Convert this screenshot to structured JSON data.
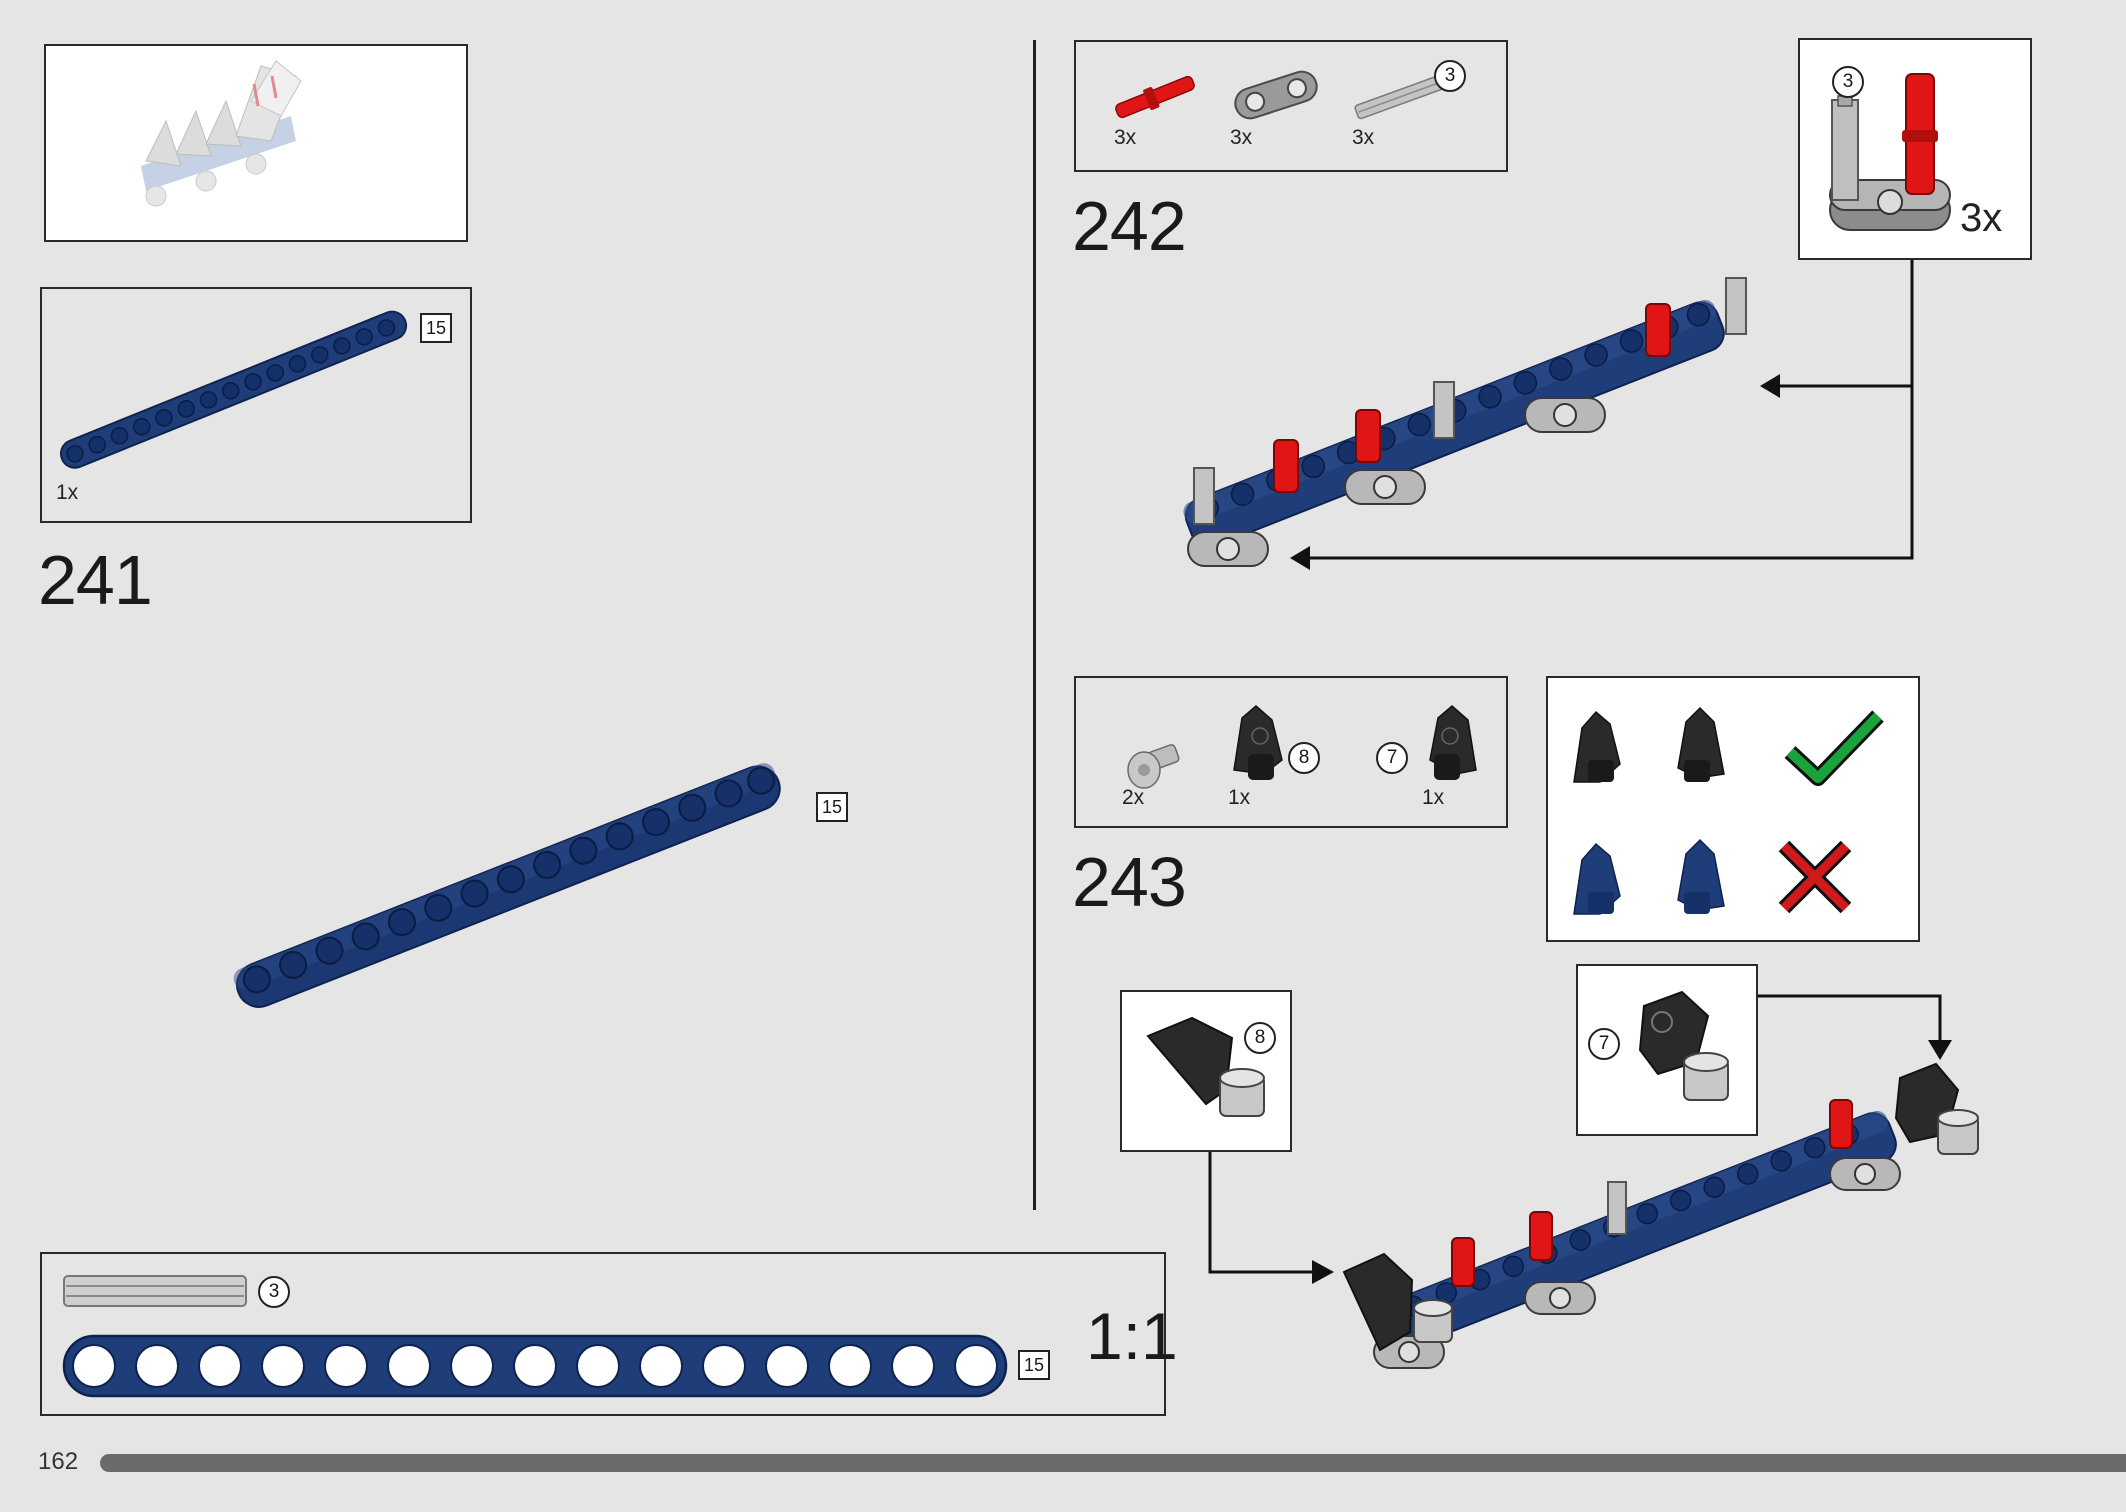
{
  "page": {
    "number": "162"
  },
  "colors": {
    "beam_blue": "#1f3d78",
    "pin_red": "#e01616",
    "check_green": "#1aa33a",
    "cross_red": "#d11a1a",
    "light_grey": "#c9c9c9",
    "dark_grey": "#3a3a3a"
  },
  "step241": {
    "number": "241",
    "parts": [
      {
        "name": "beam-15",
        "length": "15",
        "qty": "1x"
      }
    ],
    "main_part_length": "15"
  },
  "step242": {
    "number": "242",
    "parts": [
      {
        "name": "red-pin",
        "qty": "3x"
      },
      {
        "name": "cross-block",
        "qty": "3x"
      },
      {
        "name": "axle-3",
        "qty": "3x",
        "length": "3"
      }
    ],
    "callout": {
      "length": "3",
      "multiplier": "3x"
    }
  },
  "step243": {
    "number": "243",
    "parts": [
      {
        "name": "bush",
        "qty": "2x"
      },
      {
        "name": "panel-8",
        "qty": "1x",
        "id": "8"
      },
      {
        "name": "panel-7",
        "qty": "1x",
        "id": "7"
      }
    ],
    "callout_left": {
      "id": "8"
    },
    "callout_right": {
      "id": "7"
    }
  },
  "scale_reference": {
    "axle_length": "3",
    "beam_length": "15",
    "ratio": "1:1"
  }
}
